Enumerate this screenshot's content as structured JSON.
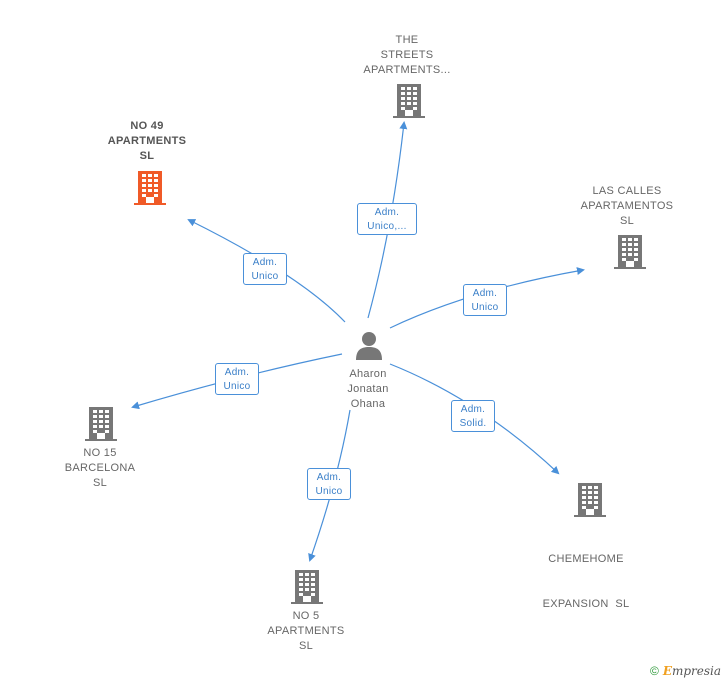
{
  "center": {
    "name_lines": [
      "Aharon",
      "Jonatan",
      "Ohana"
    ],
    "icon": "person-icon"
  },
  "nodes": [
    {
      "id": "no49",
      "lines": [
        "NO 49",
        "APARTMENTS",
        "SL"
      ],
      "color": "#f05a28",
      "highlight": true
    },
    {
      "id": "streets",
      "lines": [
        "THE",
        "STREETS",
        "APARTMENTS..."
      ],
      "color": "#777777",
      "highlight": false
    },
    {
      "id": "calles",
      "lines": [
        "LAS CALLES",
        "APARTAMENTOS",
        "SL"
      ],
      "color": "#777777",
      "highlight": false
    },
    {
      "id": "no15",
      "lines": [
        "NO 15",
        "BARCELONA",
        "SL"
      ],
      "color": "#777777",
      "highlight": false
    },
    {
      "id": "chemehome",
      "lines": [
        "CHEMEHOME",
        "EXPANSION  SL"
      ],
      "color": "#777777",
      "highlight": false
    },
    {
      "id": "no5",
      "lines": [
        "NO 5",
        "APARTMENTS",
        "SL"
      ],
      "color": "#777777",
      "highlight": false
    }
  ],
  "edges": [
    {
      "to": "no49",
      "lines": [
        "Adm.",
        "Unico"
      ]
    },
    {
      "to": "streets",
      "lines": [
        "Adm.",
        "Unico,..."
      ]
    },
    {
      "to": "calles",
      "lines": [
        "Adm.",
        "Unico"
      ]
    },
    {
      "to": "no15",
      "lines": [
        "Adm.",
        "Unico"
      ]
    },
    {
      "to": "chemehome",
      "lines": [
        "Adm.",
        "Solid."
      ]
    },
    {
      "to": "no5",
      "lines": [
        "Adm.",
        "Unico"
      ]
    }
  ],
  "colors": {
    "edge": "#4a90d9",
    "building": "#777777",
    "highlight": "#f05a28"
  },
  "footer": {
    "copyright": "©",
    "brand_initial": "E",
    "brand_rest": "mpresia"
  }
}
